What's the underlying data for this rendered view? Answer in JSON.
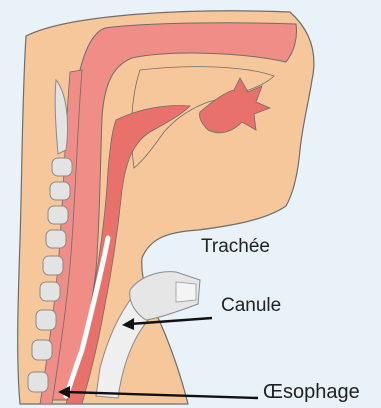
{
  "labels": {
    "trachea": "Trachée",
    "cannula": "Canule",
    "esophagus": "Œsophage"
  },
  "colors": {
    "background": "#e9f2f9",
    "skin": "#f6c79a",
    "tissue_pink": "#ef8d86",
    "airway_red": "#e9716c",
    "vertebra": "#e3e3e3",
    "cannula": "#efefef",
    "outline": "#6d6d6d",
    "arrow": "#111111"
  },
  "icons": {
    "spine": "vertebra-column",
    "cannula": "tracheostomy-tube"
  }
}
